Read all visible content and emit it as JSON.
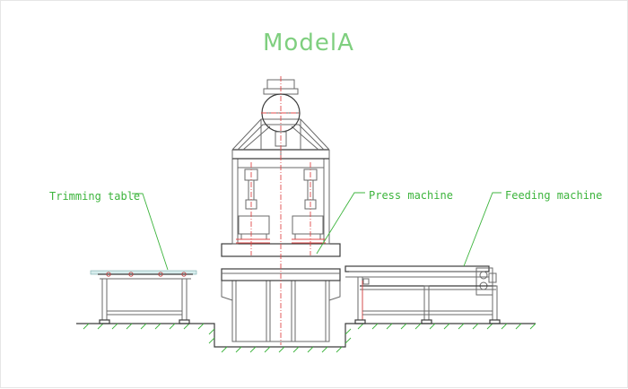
{
  "diagram": {
    "title": "ModelA",
    "labels": {
      "trimming_table": "Trimming table",
      "press_machine": "Press machine",
      "feeding_machine": "Feeding machine"
    },
    "colors": {
      "title": "#7fcf7f",
      "callout": "#3cb43c",
      "drawing_line": "#6a6a6a",
      "center_line": "#e04a4a",
      "ground_hatch": "#3cb43c"
    }
  }
}
